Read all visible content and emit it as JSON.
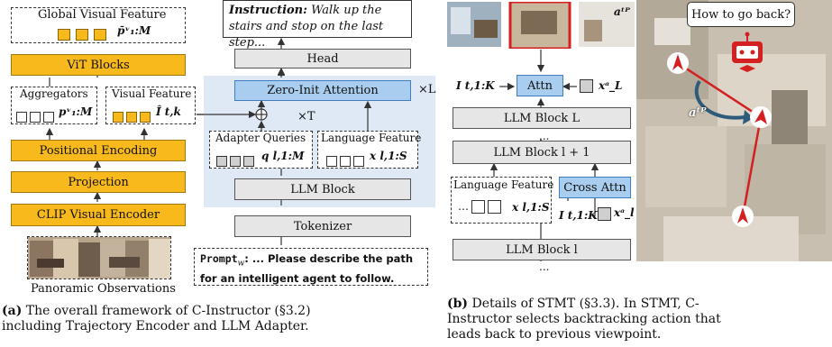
{
  "part_a": {
    "global_visual_feature": "Global Visual Feature",
    "global_symbol": "p̄ᵛ₁:M",
    "vit_blocks": "ViT Blocks",
    "aggregators": "Aggregators",
    "aggregators_symbol": "pᵛ₁:M",
    "visual_feature": "Visual Feature",
    "visual_feature_symbol": "Î t,k",
    "positional_encoding": "Positional Encoding",
    "projection": "Projection",
    "clip_encoder": "CLIP Visual Encoder",
    "panoramic": "Panoramic Observations",
    "instruction_prefix": "Instruction:",
    "instruction_text": "Walk up the stairs and stop on the last step...",
    "head": "Head",
    "zero_init_attention": "Zero-Init Attention",
    "times_L": "×L",
    "times_T": "×T",
    "adapter_queries": "Adapter Queries",
    "adapter_symbol": "q l,1:M",
    "language_feature": "Language Feature",
    "language_symbol": "x l,1:S",
    "llm_block": "LLM Block",
    "tokenizer": "Tokenizer",
    "prompt_label": "Prompt",
    "prompt_sub": "w",
    "prompt_text_1": ": ... Please describe the path",
    "prompt_text_2": "for an intelligent agent to follow."
  },
  "part_b": {
    "input_I": "I t,1:K",
    "attn": "Attn",
    "x_L": "xᵃ_L",
    "llm_block_L": "LLM Block L",
    "llm_block_l1": "LLM Block l + 1",
    "language_feature": "Language Feature",
    "language_symbol": "x l,1:S",
    "cross_attn": "Cross Attn",
    "x_l": "xᵃ_l",
    "llm_block_l": "LLM Block l",
    "ellipsis_top": "...",
    "ellipsis_bottom": "...",
    "a_t_P_small": "aᵗᴾ",
    "a_t_P": "aᵗᴾ",
    "speech_bubble": "How to go back?"
  },
  "captions": {
    "a_label": "(a)",
    "a_line1": "The overall framework of C-Instructor (§3.2)",
    "a_line2": "including Trajectory Encoder and LLM Adapter.",
    "b_label": "(b)",
    "b_line1": "Details of STMT (§3.3). In STMT, C-",
    "b_line2": "Instructor selects backtracking action that",
    "b_line3": "leads back to previous viewpoint."
  },
  "colors": {
    "yellow": "#f7b91b",
    "blue": "#a9cdef",
    "light_blue_panel": "#dfe9f6",
    "red": "#d42020"
  }
}
